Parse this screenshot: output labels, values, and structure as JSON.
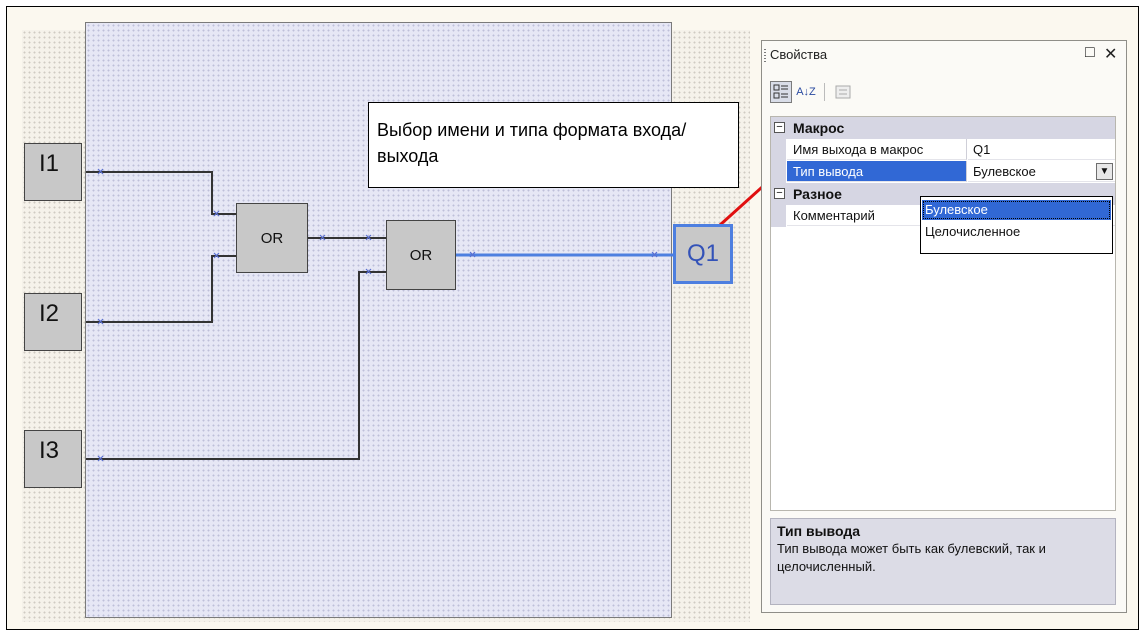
{
  "diagram": {
    "inputs": [
      {
        "label": "I1"
      },
      {
        "label": "I2"
      },
      {
        "label": "I3"
      }
    ],
    "gates": [
      {
        "label": "OR"
      },
      {
        "label": "OR"
      }
    ],
    "output": {
      "label": "Q1"
    },
    "callout": {
      "text": "Выбор имени и типа формата входа/выхода"
    },
    "wire_color": "#333333",
    "selected_color": "#4d7fe0",
    "arrow_color": "#e01010"
  },
  "properties_panel": {
    "title": "Свойства",
    "maximize_glyph": "□",
    "close_glyph": "✕",
    "toolbar": {
      "categorized_icon": "categorized-icon",
      "alphabetical_label": "A↓Z",
      "property_pages_icon": "property-pages-icon"
    },
    "categories": [
      {
        "toggle": "⊟",
        "label": "Макрос",
        "rows": [
          {
            "name": "Имя выхода в макрос",
            "value": "Q1"
          },
          {
            "name": "Тип вывода",
            "value": "Булевское"
          }
        ]
      },
      {
        "toggle": "⊟",
        "label": "Разное",
        "rows": [
          {
            "name": "Комментарий",
            "value": ""
          }
        ]
      }
    ],
    "dropdown_options": [
      "Булевское",
      "Целочисленное"
    ],
    "description": {
      "title": "Тип вывода",
      "text": "Тип вывода может быть как булевский, так и целочисленный."
    }
  }
}
